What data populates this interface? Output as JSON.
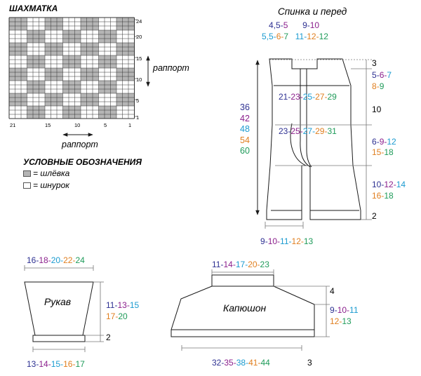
{
  "colors": {
    "c1": "#2e3192",
    "c2": "#8b1f8c",
    "c3": "#1b9bd0",
    "c4": "#e07f20",
    "c5": "#1f9b5a",
    "ink": "#1a1a1a",
    "grid_grey": "#b5b5b5"
  },
  "chart": {
    "title": "ШАХМАТКА",
    "right_ticks": [
      "24",
      "20",
      "15",
      "10",
      "5",
      "1"
    ],
    "bottom_ticks": [
      "21",
      "15",
      "10",
      "5",
      "1"
    ],
    "rapport_label_right": "раппорт",
    "rapport_label_bottom": "раппорт"
  },
  "legend": {
    "title": "УСЛОВНЫЕ ОБОЗНАЧЕНИЯ",
    "items": [
      {
        "symbol": "grey-square",
        "text": "= шлёвка"
      },
      {
        "symbol": "white-square",
        "text": "= шнурок"
      }
    ]
  },
  "back_front": {
    "title": "Спинка и перед",
    "top_line1": [
      "4,5",
      "5",
      "9",
      "10"
    ],
    "top_line2": [
      "5,5",
      "6",
      "7",
      "11",
      "12",
      "12"
    ],
    "right_dims": [
      {
        "parts": [
          "3"
        ]
      },
      {
        "parts": [
          "5",
          "6",
          "7"
        ]
      },
      {
        "parts": [
          "8",
          "9"
        ]
      },
      {
        "parts": [
          "10"
        ]
      },
      {
        "parts": [
          "6",
          "9",
          "12"
        ]
      },
      {
        "parts": [
          "15",
          "18"
        ]
      },
      {
        "parts": [
          "10",
          "12",
          "14"
        ]
      },
      {
        "parts": [
          "16",
          "18"
        ]
      },
      {
        "parts": [
          "2"
        ]
      }
    ],
    "upper_width": [
      "21",
      "23",
      "25",
      "27",
      "29"
    ],
    "mid_width": [
      "23",
      "25",
      "27",
      "29",
      "31"
    ],
    "bottom_width": [
      "9",
      "10",
      "11",
      "12",
      "13"
    ],
    "left_height": [
      "36",
      "42",
      "48",
      "54",
      "60"
    ]
  },
  "sleeve": {
    "label": "Рукав",
    "top": [
      "16",
      "18",
      "20",
      "22",
      "24"
    ],
    "height1": [
      "11",
      "13",
      "15"
    ],
    "height2": [
      "17",
      "20"
    ],
    "cuff": "2",
    "bottom": [
      "13",
      "14",
      "15",
      "16",
      "17"
    ]
  },
  "hood": {
    "label": "Капюшон",
    "top": [
      "11",
      "14",
      "17",
      "20",
      "23"
    ],
    "h1": "4",
    "h2": [
      "9",
      "10",
      "11"
    ],
    "h3": [
      "12",
      "13"
    ],
    "bottom": [
      "32",
      "35",
      "38",
      "41",
      "44"
    ],
    "edge": "3"
  }
}
